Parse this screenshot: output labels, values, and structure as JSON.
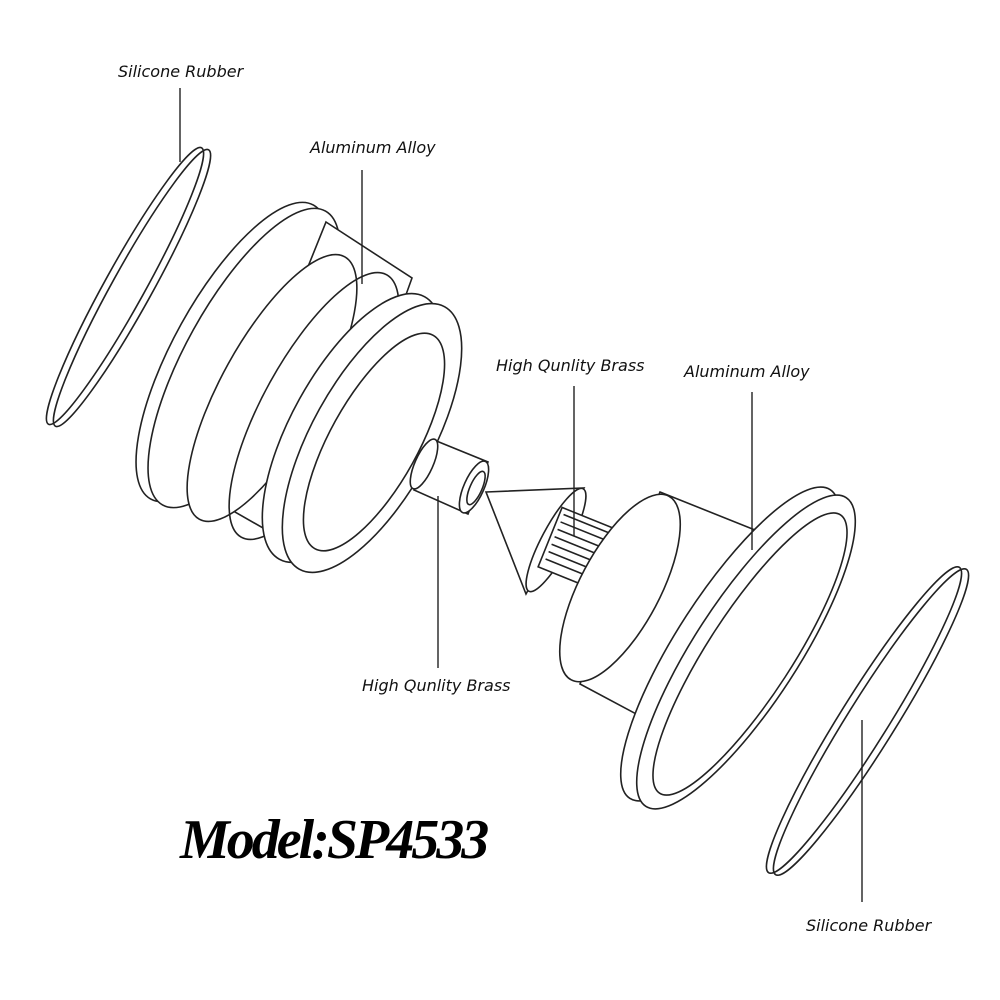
{
  "model_label": "Model:SP4533",
  "callouts": {
    "silicone_top": "Silicone Rubber",
    "aluminum_left": "Aluminum Alloy",
    "brass_cone": "High Qunlity Brass",
    "aluminum_right": "Aluminum Alloy",
    "brass_sleeve": "High Qunlity Brass",
    "silicone_bottom": "Silicone Rubber"
  }
}
